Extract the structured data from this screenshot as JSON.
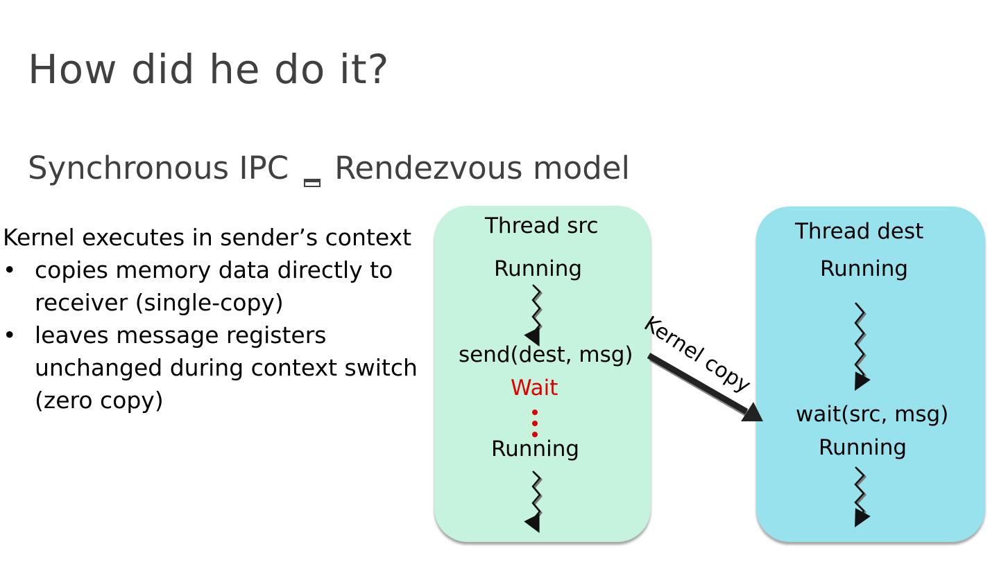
{
  "slide": {
    "title": "How did he do it?",
    "subtitle_left": "Synchronous IPC",
    "subtitle_right": "Rendezvous model",
    "body": {
      "lead": "Kernel executes in sender’s context",
      "bullets": [
        {
          "marker": "•",
          "text": "copies memory data directly to receiver (single-copy)"
        },
        {
          "marker": "•",
          "text": "leaves message registers unchanged during context switch (zero copy)"
        }
      ]
    }
  },
  "diagram": {
    "src": {
      "title": "Thread src",
      "state_1": "Running",
      "call": "send(dest, msg)",
      "wait": "Wait",
      "state_2": "Running",
      "color": "#c6f3dd"
    },
    "dest": {
      "title": "Thread dest",
      "state_1": "Running",
      "call": "wait(src, msg)",
      "state_2": "Running",
      "color": "#97e2ec"
    },
    "arrow_label": "Kernel copy",
    "wait_color": "#e00000"
  }
}
